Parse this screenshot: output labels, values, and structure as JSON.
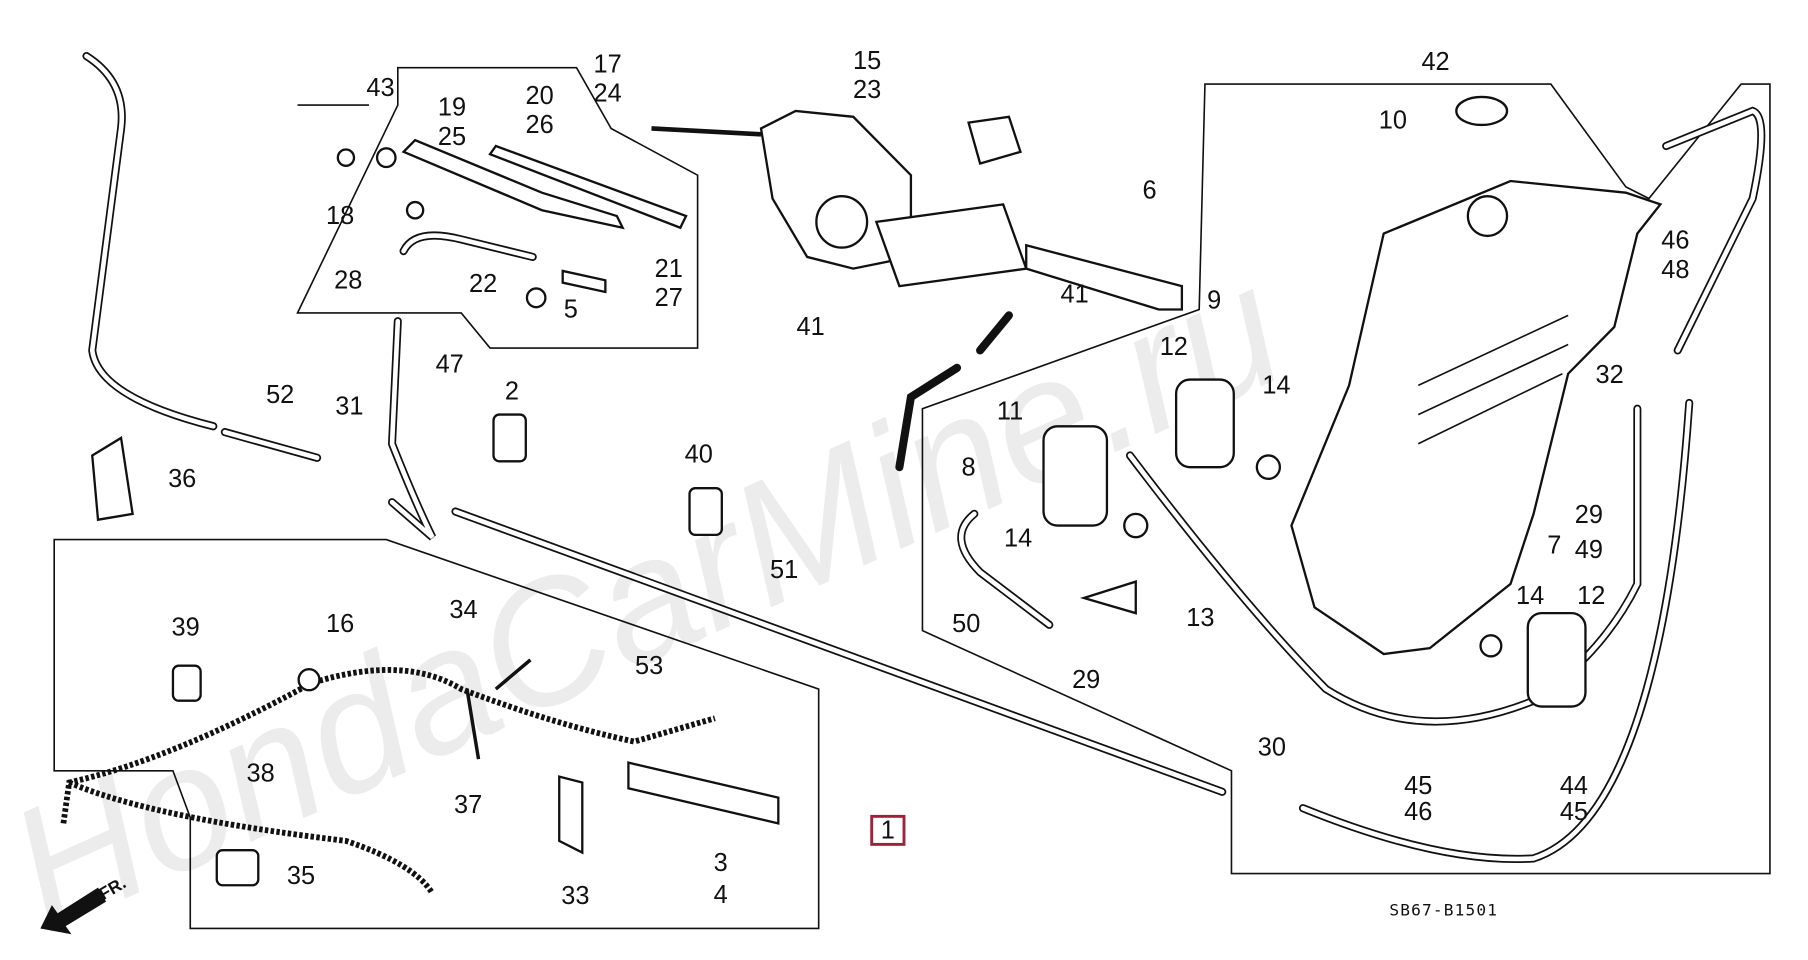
{
  "diagram": {
    "drawing_code": "SB67-B1501",
    "front_marker": "FR.",
    "watermark": "HondaCarMine.ru",
    "highlight_color": "#a0203a",
    "highlighted_part": "1",
    "callouts": [
      "17",
      "24",
      "15",
      "23",
      "43",
      "19",
      "25",
      "20",
      "26",
      "18",
      "28",
      "22",
      "21",
      "27",
      "5",
      "41",
      "41",
      "47",
      "52",
      "31",
      "2",
      "36",
      "40",
      "51",
      "6",
      "42",
      "10",
      "46",
      "48",
      "9",
      "12",
      "14",
      "11",
      "8",
      "14",
      "32",
      "29",
      "7",
      "49",
      "14",
      "12",
      "13",
      "50",
      "29",
      "39",
      "16",
      "34",
      "53",
      "38",
      "37",
      "35",
      "33",
      "3",
      "4",
      "1",
      "30",
      "45",
      "46",
      "44",
      "45"
    ]
  }
}
